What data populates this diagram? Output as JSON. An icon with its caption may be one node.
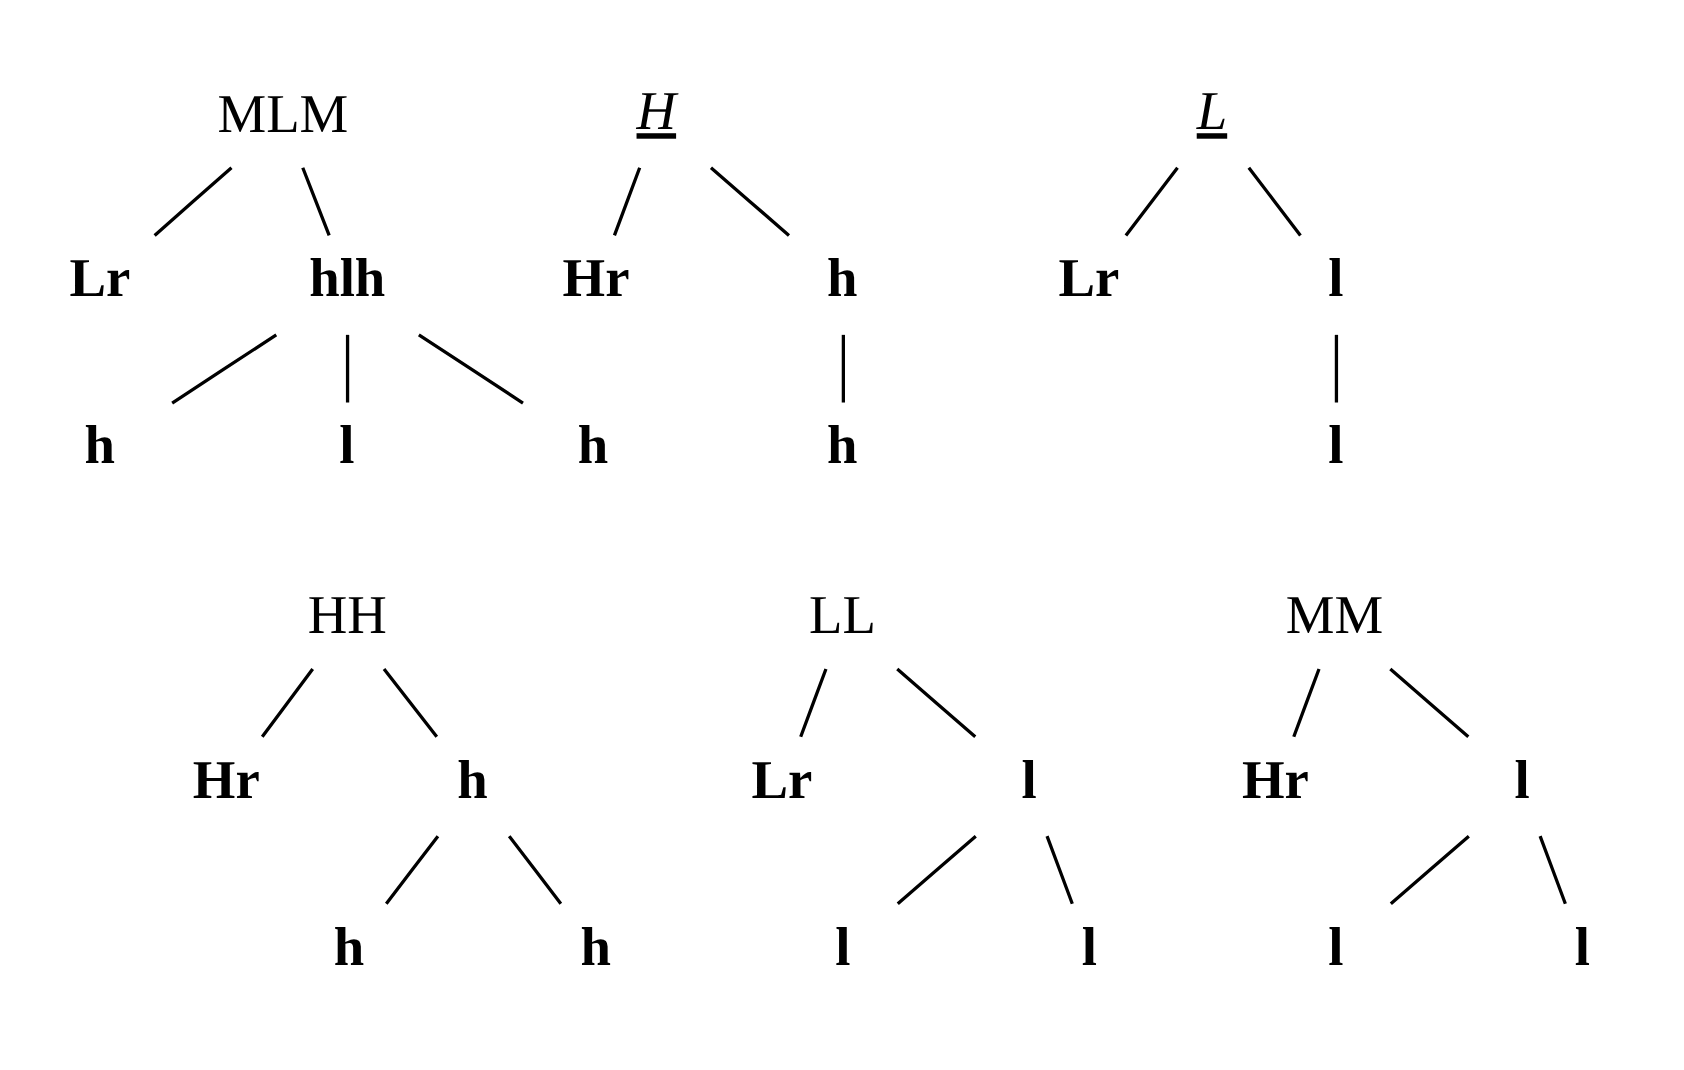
{
  "diagram": {
    "nodes": [
      {
        "text": [
          "MLM"
        ]
      },
      {
        "text": [
          "Lr"
        ]
      },
      {
        "text": [
          "hlh"
        ]
      },
      {
        "text": [
          "h"
        ]
      },
      {
        "text": [
          "l"
        ]
      },
      {
        "text": [
          "h"
        ]
      },
      {
        "text": [
          "H"
        ]
      },
      {
        "text": [
          "Hr"
        ]
      },
      {
        "text": [
          "h"
        ]
      },
      {
        "text": [
          "h"
        ]
      },
      {
        "text": [
          "L"
        ]
      },
      {
        "text": [
          "Lr"
        ]
      },
      {
        "text": [
          "l"
        ]
      },
      {
        "text": [
          "l"
        ]
      },
      {
        "text": [
          "HH"
        ]
      },
      {
        "text": [
          "Hr"
        ]
      },
      {
        "text": [
          "h"
        ]
      },
      {
        "text": [
          "h"
        ]
      },
      {
        "text": [
          "h"
        ]
      },
      {
        "text": [
          "LL"
        ]
      },
      {
        "text": [
          "Lr"
        ]
      },
      {
        "text": [
          "l"
        ]
      },
      {
        "text": [
          "l"
        ]
      },
      {
        "text": [
          "l"
        ]
      },
      {
        "text": [
          "MM"
        ]
      },
      {
        "text": [
          "Hr"
        ]
      },
      {
        "text": [
          "l"
        ]
      },
      {
        "text": [
          "l"
        ]
      },
      {
        "text": [
          "l"
        ]
      }
    ],
    "edges": [
      {
        "from": 0,
        "to": 1,
        "arrow": "none"
      },
      {
        "from": 0,
        "to": 2,
        "arrow": "none"
      },
      {
        "from": 2,
        "to": 3,
        "arrow": "none"
      },
      {
        "from": 2,
        "to": 4,
        "arrow": "none"
      },
      {
        "from": 2,
        "to": 5,
        "arrow": "none"
      },
      {
        "from": 6,
        "to": 7,
        "arrow": "none"
      },
      {
        "from": 6,
        "to": 8,
        "arrow": "none"
      },
      {
        "from": 8,
        "to": 9,
        "arrow": "none"
      },
      {
        "from": 10,
        "to": 11,
        "arrow": "none"
      },
      {
        "from": 10,
        "to": 12,
        "arrow": "none"
      },
      {
        "from": 12,
        "to": 13,
        "arrow": "none"
      },
      {
        "from": 14,
        "to": 15,
        "arrow": "none"
      },
      {
        "from": 14,
        "to": 16,
        "arrow": "none"
      },
      {
        "from": 16,
        "to": 17,
        "arrow": "none"
      },
      {
        "from": 16,
        "to": 18,
        "arrow": "none"
      },
      {
        "from": 19,
        "to": 20,
        "arrow": "none"
      },
      {
        "from": 19,
        "to": 21,
        "arrow": "none"
      },
      {
        "from": 21,
        "to": 22,
        "arrow": "none"
      },
      {
        "from": 21,
        "to": 23,
        "arrow": "none"
      },
      {
        "from": 24,
        "to": 25,
        "arrow": "none"
      },
      {
        "from": 24,
        "to": 26,
        "arrow": "none"
      },
      {
        "from": 26,
        "to": 27,
        "arrow": "none"
      },
      {
        "from": 26,
        "to": 28,
        "arrow": "none"
      }
    ]
  }
}
